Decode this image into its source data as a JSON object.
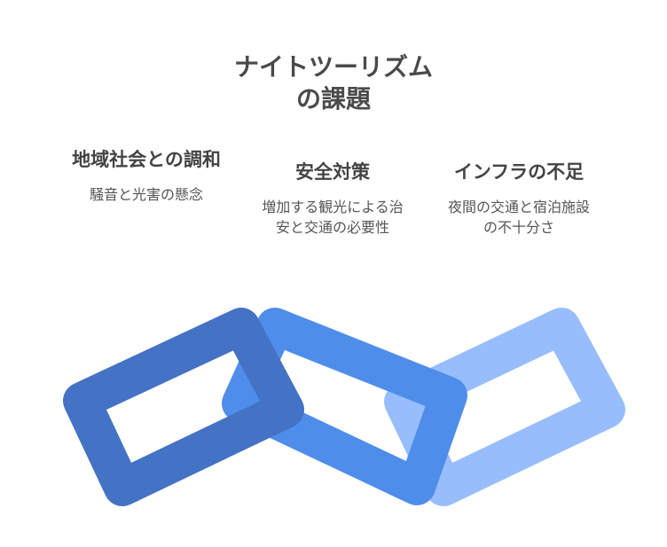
{
  "title": {
    "line1": "ナイトツーリズム",
    "line2": "の課題"
  },
  "items": [
    {
      "heading": "地域社会との調和",
      "text": "騒音と光害の懸念",
      "color": "#4472C4"
    },
    {
      "heading": "安全対策",
      "text": "増加する観光による治安と交通の必要性",
      "color": "#4F8DEB"
    },
    {
      "heading": "インフラの不足",
      "text": "夜間の交通と宿泊施設の不十分さ",
      "color": "#97BDFD"
    }
  ]
}
